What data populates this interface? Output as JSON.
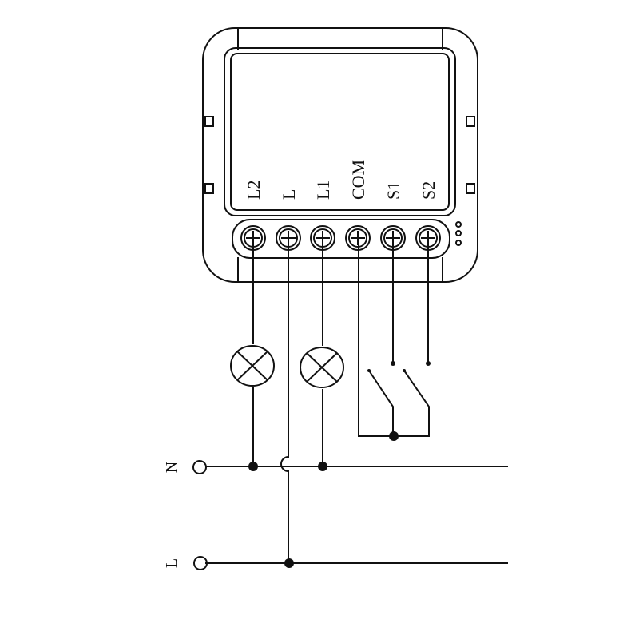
{
  "device": {
    "terminals": [
      {
        "id": "L2",
        "label": "L2"
      },
      {
        "id": "L",
        "label": "L"
      },
      {
        "id": "L1",
        "label": "L1"
      },
      {
        "id": "COM",
        "label": "COM"
      },
      {
        "id": "S1",
        "label": "S1"
      },
      {
        "id": "S2",
        "label": "S2"
      }
    ]
  },
  "mains": {
    "neutral_label": "N",
    "live_label": "L"
  },
  "colors": {
    "line": "#111111",
    "background": "#ffffff"
  }
}
